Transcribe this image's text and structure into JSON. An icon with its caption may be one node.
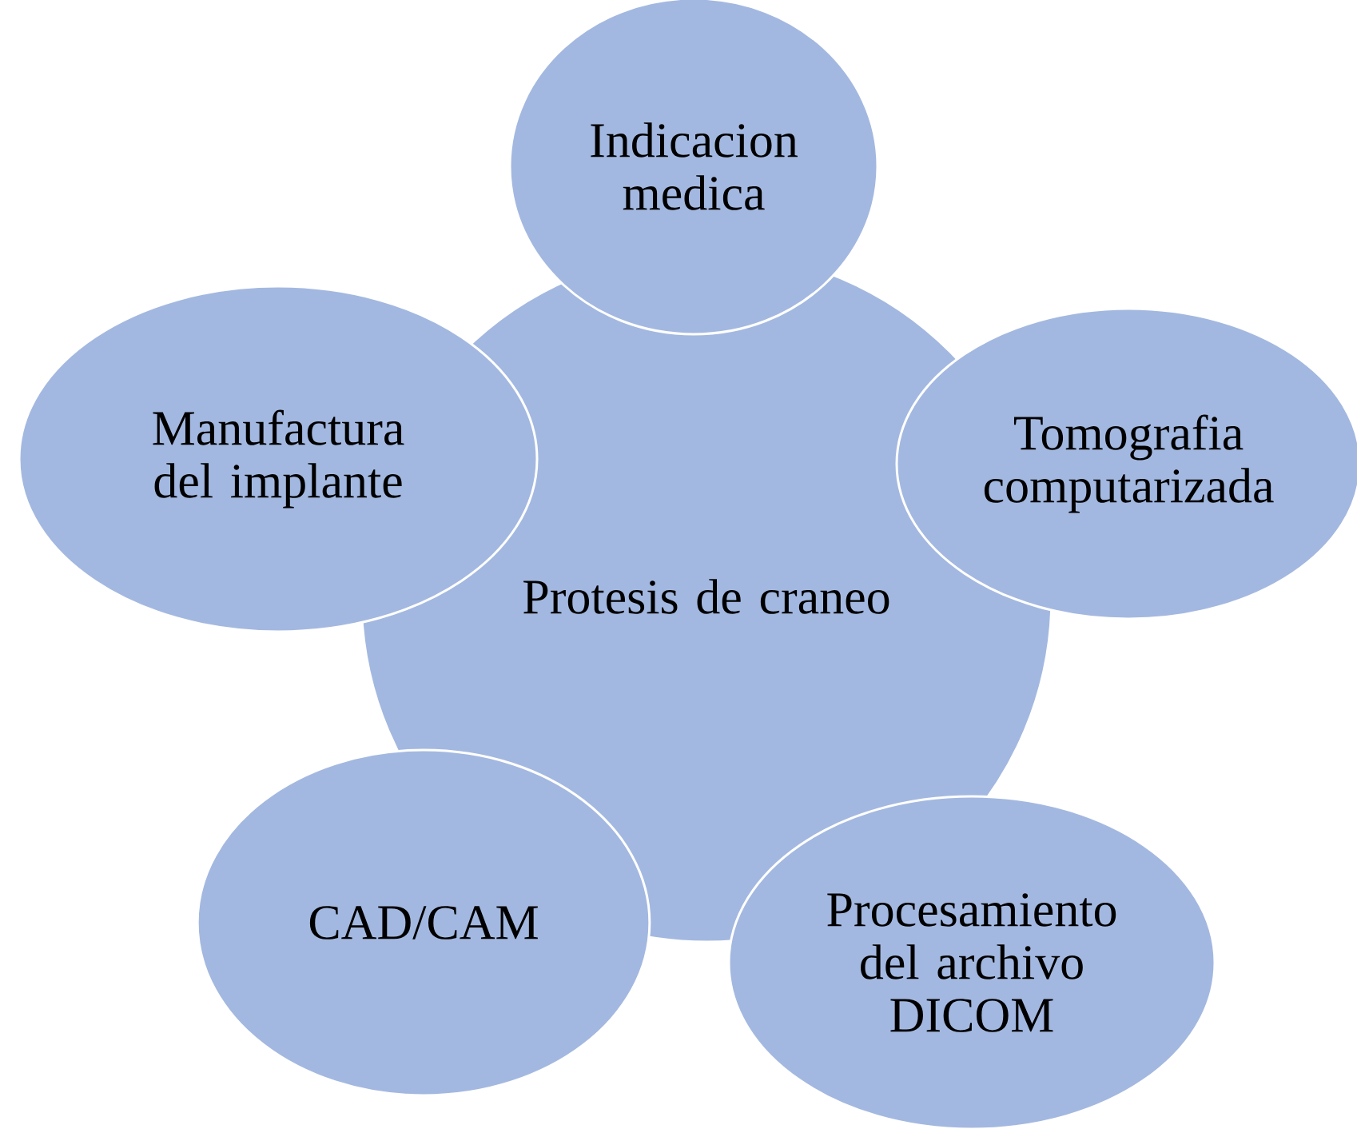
{
  "diagram": {
    "nodes": [
      {
        "text": [
          "Indicacion medica"
        ]
      },
      {
        "text": [
          "Manufactura del implante"
        ]
      },
      {
        "text": [
          "Tomografia computarizada"
        ]
      },
      {
        "text": [
          "Protesis de craneo"
        ]
      },
      {
        "text": [
          "CAD/CAM"
        ]
      },
      {
        "text": [
          "Procesamiento del archivo DICOM"
        ]
      }
    ]
  }
}
